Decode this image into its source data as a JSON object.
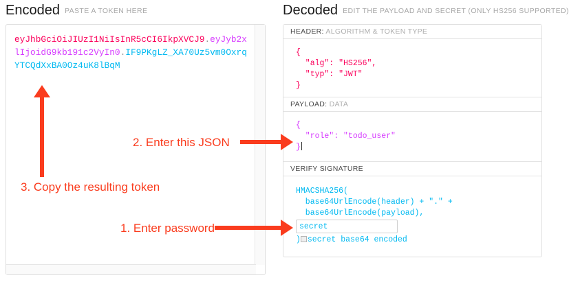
{
  "encoded": {
    "title": "Encoded",
    "subtitle": "PASTE A TOKEN HERE",
    "token": {
      "header_part": "eyJhbGciOiJIUzI1NiIsInR5cCI6IkpXVCJ9",
      "separator": ".",
      "payload_part": "eyJyb2xlIjoidG9kb191c2VyIn0",
      "signature_part": "IF9PKgLZ_XA70Uz5vm0OxrqYTCQdXxBA0Oz4uK8lBqM",
      "full": "eyJhbGciOiJIUzI1NiIsInR5cCI6IkpXVCJ9.eyJyb2xlIjoidG9kb191c2VyIn0.IF9PKgLZ_XA70Uz5vm0OxrqYTCQdXxBA0Oz4uK8lBqM"
    }
  },
  "decoded": {
    "title": "Decoded",
    "subtitle": "EDIT THE PAYLOAD AND SECRET (ONLY HS256 SUPPORTED)",
    "sections": {
      "header": {
        "label_key": "HEADER:",
        "label_value": "ALGORITHM & TOKEN TYPE",
        "body": "{\n  \"alg\": \"HS256\",\n  \"typ\": \"JWT\"\n}"
      },
      "payload": {
        "label_key": "PAYLOAD:",
        "label_value": "DATA",
        "body_line1": "{",
        "body_line2": "  \"role\": \"todo_user\"",
        "body_line3": "}"
      },
      "signature": {
        "label_key": "VERIFY SIGNATURE",
        "label_value": "",
        "line1": "HMACSHA256(",
        "line2": "  base64UrlEncode(header) + \".\" +",
        "line3": "  base64UrlEncode(payload),",
        "secret_value": "secret",
        "secret_placeholder": "secret",
        "closing_paren": ")",
        "checkbox_label": "secret base64 encoded",
        "checkbox_checked": false
      }
    }
  },
  "annotations": [
    {
      "id": "step1",
      "text": "1. Enter password"
    },
    {
      "id": "step2",
      "text": "2. Enter this JSON"
    },
    {
      "id": "step3",
      "text": "3. Copy the resulting token"
    }
  ],
  "colors": {
    "header_token": "#fb015b",
    "payload_token": "#d63aff",
    "signature_token": "#00b9f1",
    "annotation": "#fa3c1e"
  }
}
